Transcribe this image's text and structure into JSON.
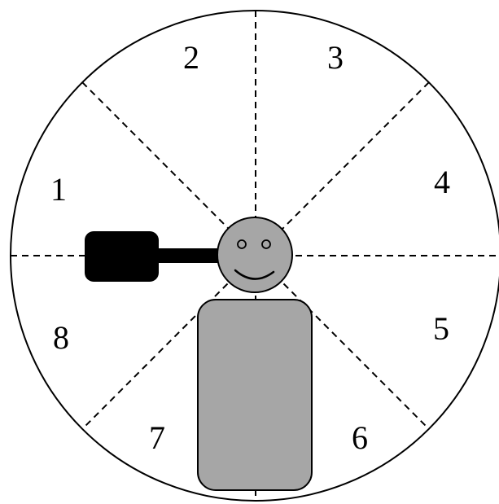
{
  "sectors": [
    {
      "label": "1"
    },
    {
      "label": "2"
    },
    {
      "label": "3"
    },
    {
      "label": "4"
    },
    {
      "label": "5"
    },
    {
      "label": "6"
    },
    {
      "label": "7"
    },
    {
      "label": "8"
    }
  ],
  "colors": {
    "person_fill": "#a6a6a6",
    "device_fill": "#000000",
    "outline": "#000000",
    "background": "#ffffff"
  }
}
